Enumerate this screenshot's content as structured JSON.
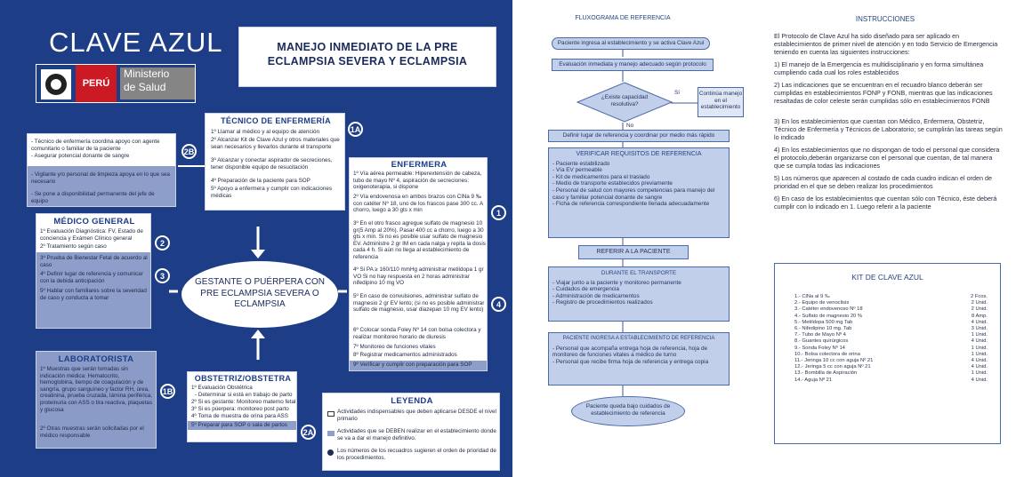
{
  "poster": {
    "title": "CLAVE AZUL",
    "main_heading": "MANEJO INMEDIATO DE LA PRE ECLAMPSIA SEVERA Y ECLAMPSIA",
    "logo": {
      "country": "PERÚ",
      "ministry_line1": "Ministerio",
      "ministry_line2": "de Salud"
    },
    "center_ellipse": "GESTANTE O PUÉRPERA CON PRE ECLAMPSIA SEVERA O ECLAMPSIA",
    "badges": {
      "b2b": "2B",
      "b1a": "1A",
      "b1": "1",
      "b2": "2",
      "b3": "3",
      "b4": "4",
      "b1b": "1B",
      "b2a": "2A"
    },
    "box_2b": {
      "items": [
        "-  Técnico de enfermería coordina apoyo con agente comunitario o familiar de la paciente",
        "-  Asegurar potencial donante de sangre",
        "-  Vigilante y/o personal de limpieza apoya en lo que sea necesario",
        "-  Se pone a disponibilidad permanente del jefe de equipo"
      ]
    },
    "tecnico": {
      "title": "TÉCNICO DE ENFERMERÍA",
      "items": [
        "1º  Llamar al médico y al equipo de atención",
        "2º  Alcanzar Kit de Clave Azul y otros materiales que sean necesarios y llevarlos durante el transporte",
        "3º  Alcanzar y conectar aspirador de secreciones, tener disponible equipo de resucitación",
        "4º  Preparación de la paciente para SOP",
        "5º  Apoyo a enfermera y cumplir con indicaciones médicas"
      ]
    },
    "enfermera": {
      "title": "ENFERMERA",
      "items": [
        "1º  Vía aérea permeable: Hiperextensión de cabeza, tubo de mayo Nº 4, aspiración de secreciones: oxigenoterapia, si dispone",
        "2º  Vía endovenosa en ambos brazos con ClNa 9 ‰ con catéter Nº 18, uno de los frascos pase 300 cc. A chorro, luego a 30 gts x min",
        "3º  En el otro frasco agregue sulfato de magnesio 10 gr(5 Amp al 20%). Pasar 400 cc a chorro, luego a 30 gts x min. Si no es posible usar sulfato de magnesio EV. Administre 2 gr IM en cada nalga y repita la dosis cada 4 h. Si aún no llega al establecimiento de referencia",
        "4º  Si PA ≥ 160/110 mmHg administrar metildopa 1 gr VO Si no hay respuesta en 2 horas administrar nifedipino 10 mg VO",
        "5º  En caso de convulsiones, administrar sulfato de magnesio 2 gr EV lento; (si no es posible administrar sulfato de magnesio, usar diazepan 10 mg EV lento)",
        "6º  Colocar sonda Foley Nº 14 con bolsa colectora y realizar monitoreo horario de diuresis",
        "7º  Monitoreo de funciones vitales",
        "8º  Registrar medicamentos administrados",
        "9º  Verificar y cumplir con preparación para SOP"
      ]
    },
    "medico": {
      "title": "MÉDICO GENERAL",
      "items": [
        "1º Evaluación Diagnóstica: FV, Estado de conciencia y Exámen Clínico general",
        "2º Tratamiento según caso",
        "3º Prueba de Bienestar Fetal de acuerdo al caso",
        "4º Definir lugar de referencia y comunicar con la debida anticipación",
        "5º Hablar con familiares sobre la severidad de caso y conducta a tomar"
      ]
    },
    "laboratorista": {
      "title": "LABORATORISTA",
      "items": [
        "1º Muestras que serán tomadas sin indicación médica: Hematocrito, hemoglobina, tiempo de coagulación y de sangría, grupo sanguíneo y factor RH, úrea, creatinina, prueba cruzada, lámina periférica, proteinuria con ASS o tira reactiva, plaquetas y glucosa",
        "2º Otras muestras serán solicitadas por el médico responsable"
      ]
    },
    "obstetriz": {
      "title": "OBSTETRIZ/OBSTETRA",
      "items": [
        "1º Evaluación Obstétrica",
        "- Determinar si está en trabajo de parto",
        "2º Si es gestante: Monitoreo materno fetal",
        "3º Si es púerpera: monitoreo post parto",
        "4º Toma de muestra de orina para ASS",
        "5º Preparar para SOP o sala de partos"
      ]
    },
    "leyenda": {
      "title": "LEYENDA",
      "items": [
        "Actividades indispensables que deben aplicarse DESDE el nivel primario",
        "Actividades que se DEBEN realizar en el establecimiento donde se va a dar el manejo definitivo.",
        "Los números de los recuadros sugieren el orden de prioridad de los procedimientos."
      ]
    }
  },
  "flow": {
    "title": "FLUXOGRAMA DE REFERENCIA",
    "start": "Paciente ingresa al establecimiento y se activa Clave Azul",
    "eval": "Evaluación inmediata y manejo adecuado según protocolo",
    "decision": "¿Existe capacidad resolutiva?",
    "yes_label": "Sí",
    "no_label": "No",
    "yes_box": "Continúa manejo en el establecimiento",
    "define": "Definir lugar de referencia y coordinar por medio más rápido",
    "verificar": {
      "title": "VERIFICAR REQUISITOS DE REFERENCIA",
      "items": [
        "- Paciente estabilizado",
        "- Vía EV permeable",
        "- Kit de medicamentos para el traslado",
        "- Medio de transporte establecidos previamente",
        "- Personal de salud con mayores competencias para manejo del caso y familiar potencial donante de sangre",
        "- Ficha de referencia correspondiente llenada adecuadamente"
      ]
    },
    "referir": "REFERIR A LA PACIENTE",
    "transporte": {
      "title": "DURANTE EL TRANSPORTE",
      "items": [
        "- Viajar junto a la paciente y monitoreo permanente",
        "- Cuidados de emergencia",
        "- Administración de medicamentos",
        "- Registro de procedimientos realizados"
      ]
    },
    "ingresa": {
      "title": "PACIENTE INGRESA A ESTABLECIMIENTO DE REFERENCIA",
      "items": [
        "- Personal que acompaña entrega hoja de referencia, hoja de monitoreo de funciones vitales a médico de turno",
        "- Personal que recibe firma hoja de referencia y entrega copia"
      ]
    },
    "end": "Paciente queda bajo cuidados de establecimiento de referencia"
  },
  "instrucciones": {
    "title": "INSTRUCCIONES",
    "intro": "El Protocolo de Clave Azul ha sido diseñado para ser aplicado en establecimientos de primer nivel de atención y en todo Servicio de Emergencia teniendo en cuenta las siguientes instrucciones:",
    "items": [
      "1) El manejo de la Emergencia es multidisciplinario y en forma simultánea cumpliendo cada cual los roles establecidos",
      "2) Las indicaciones que se encuentran en el recuadro blanco deberán ser cumplidas en establecimientos FONP y FONB, mientras que las indicaciones resaltadas de color celeste serán cumplidas sólo en establecimientos FONB",
      "3) En los establecimientos que cuentan con Médico, Enfermera, Obstetriz, Técnico de Enfermería y Técnicos de Laboratorio; se cumplirán las tareas según lo indicado",
      "4) En los establecimientos que no dispongan de todo el personal que considera el protocolo,deberán organizarse con el personal que cuentan, de tal manera que se cumpla todas las indicaciones",
      "5) Los números que aparecen al costado de cada cuadro indican el orden de prioridad en el que se deben realizar los procedimientos",
      "6) En caso de los establecimientos que cuentan sólo con Técnico, éste deberá cumplir con lo indicado en 1. Luego referir a la paciente"
    ]
  },
  "kit": {
    "title": "KIT DE CLAVE AZUL",
    "rows": [
      {
        "item": "1.- ClNa al 9 ‰",
        "qty": "2 Fcos."
      },
      {
        "item": "2.- Equipo de venoclisis",
        "qty": "2 Unid."
      },
      {
        "item": "3.- Catéter endovenoso Nº 18",
        "qty": "2 Unid."
      },
      {
        "item": "4.- Sulfato de magnesio 20 %",
        "qty": "8 Amp."
      },
      {
        "item": "5.- Metildopa 500 mg Tab",
        "qty": "4 Unid."
      },
      {
        "item": "6.- Nifedipino 10 mg. Tab",
        "qty": "3 Unid."
      },
      {
        "item": "7.- Tubo de Mayo Nº 4",
        "qty": "1 Unid."
      },
      {
        "item": "8.- Guantes quirúrgicos",
        "qty": "4 Unid."
      },
      {
        "item": "9.- Sonda Foley Nº 14",
        "qty": "1 Unid."
      },
      {
        "item": "10.- Bolsa colectora de orina",
        "qty": "1 Unid."
      },
      {
        "item": "11.- Jeringa 10 cc con aguja Nº 21",
        "qty": "4 Unid."
      },
      {
        "item": "12.- Jeringa 5 cc con aguja Nº 21",
        "qty": "4 Unid."
      },
      {
        "item": "13.- Bombilla de Aspiración",
        "qty": "1 Unid."
      },
      {
        "item": "14.- Aguja Nº 21",
        "qty": "4 Unid."
      }
    ]
  },
  "colors": {
    "poster_bg": "#1d3e87",
    "shade": "#8e9ecb",
    "flow_fill": "#c2cfea",
    "title_blue": "#1c3c88"
  }
}
